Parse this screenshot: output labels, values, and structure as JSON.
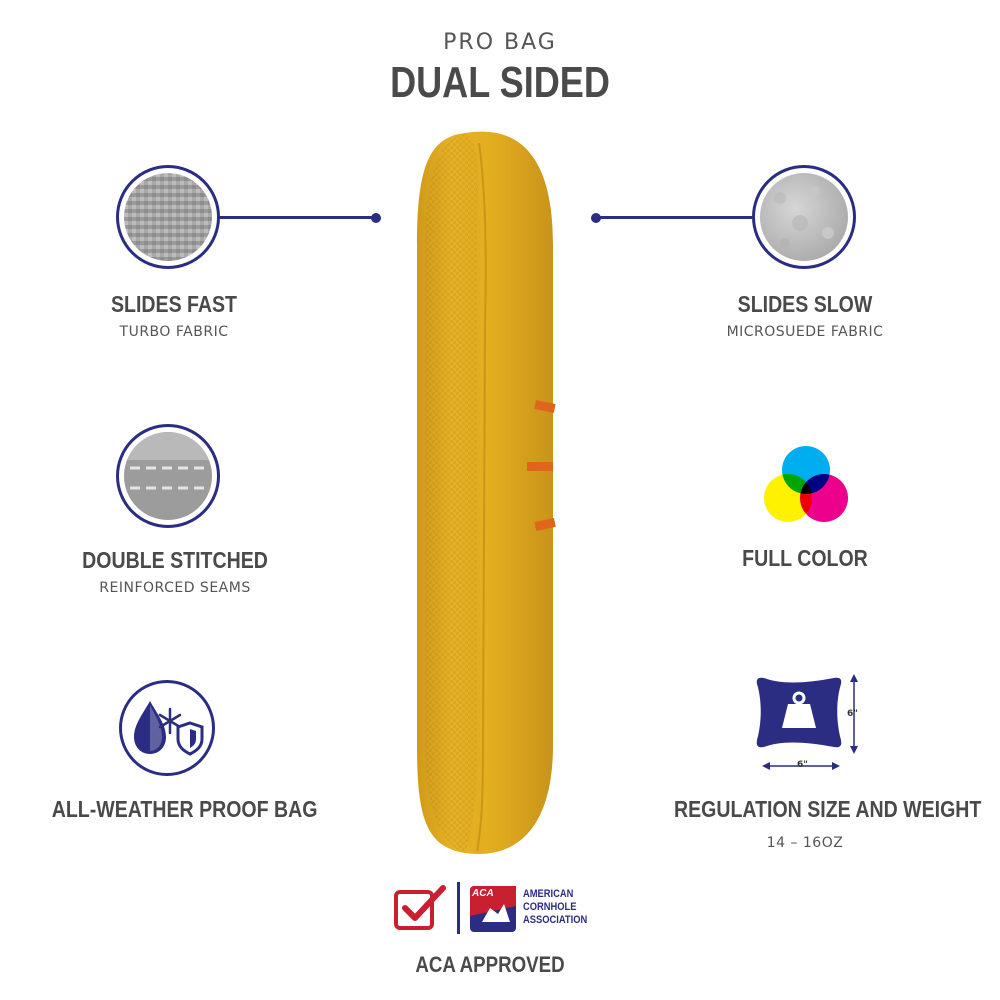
{
  "header": {
    "subtitle": "PRO BAG",
    "title": "DUAL SIDED"
  },
  "features": {
    "slides_fast": {
      "title": "SLIDES FAST",
      "sub": "TURBO FABRIC",
      "icon": "woven-fabric-icon"
    },
    "slides_slow": {
      "title": "SLIDES SLOW",
      "sub": "MICROSUEDE FABRIC",
      "icon": "microsuede-fabric-icon"
    },
    "double_stitched": {
      "title": "DOUBLE STITCHED",
      "sub": "REINFORCED SEAMS",
      "icon": "stitched-seam-icon"
    },
    "full_color": {
      "title": "FULL COLOR",
      "icon": "cmy-color-icon"
    },
    "weather": {
      "title": "ALL-WEATHER PROOF BAG",
      "icon": "weather-shield-icon"
    },
    "regulation": {
      "title": "REGULATION SIZE AND WEIGHT",
      "sub": "14 – 16OZ",
      "dim_w": "6\"",
      "dim_h": "6\"",
      "icon": "weight-bag-icon"
    }
  },
  "footer": {
    "aca_badge": "ACA",
    "aca_name_1": "AMERICAN",
    "aca_name_2": "CORNHOLE",
    "aca_name_3": "ASSOCIATION",
    "approved": "ACA APPROVED"
  },
  "colors": {
    "accent": "#2b2d82",
    "bag": "#e3ae22",
    "stripe": "#e0651c",
    "aca_red": "#c8202f",
    "cyan": "#00aeef",
    "magenta": "#ec008c",
    "yellow": "#fff200"
  }
}
